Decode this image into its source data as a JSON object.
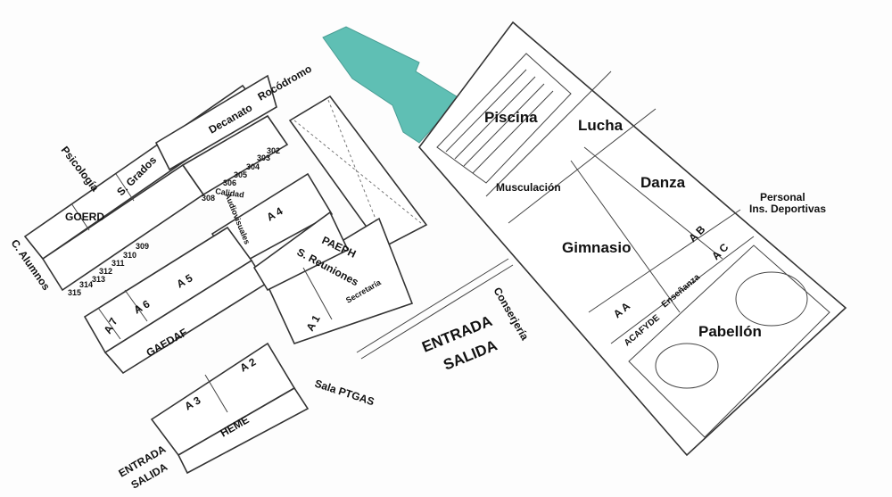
{
  "highlight_color": "#5fbfb4",
  "sports": {
    "piscina": "Piscina",
    "lucha": "Lucha",
    "musculacion": "Musculación",
    "danza": "Danza",
    "gimnasio": "Gimnasio",
    "personal_1": "Personal",
    "personal_2": "Ins. Deportivas",
    "ab": "A B",
    "ac": "A C",
    "aa": "A A",
    "ensenanza": "Enseñanza",
    "acafyde": "ACAFYDE",
    "pabellon": "Pabellón"
  },
  "entrance_main": {
    "line1": "ENTRADA",
    "line2": "SALIDA",
    "conserjeria": "Conserjería"
  },
  "entrance_sw": {
    "line1": "ENTRADA",
    "line2": "SALIDA"
  },
  "north_wing": {
    "rocodromo": "Rocódromo",
    "decanato": "Decanato",
    "psicologia": "Psicología",
    "s_grados": "S. Grados",
    "goerd": "GOERD",
    "c_alumnos": "C. Alumnos",
    "calidad": "Calidad",
    "rooms_a": [
      "302",
      "303",
      "304",
      "305",
      "306",
      "308"
    ],
    "rooms_b": [
      "309",
      "310",
      "311",
      "312",
      "313",
      "314",
      "315"
    ]
  },
  "classrooms": {
    "a1": "A 1",
    "a2": "A 2",
    "a3": "A 3",
    "a4": "A 4",
    "a5": "A 5",
    "a6": "A 6",
    "a7": "A 7",
    "audiovisuales": "Audiovisuales",
    "paeph": "PAEPH",
    "s_reuniones": "S. Reuniones",
    "secretaria": "Secretaría",
    "gaedaf": "GAEDAF",
    "heme": "HEME",
    "sala_ptgas": "Sala PTGAS"
  }
}
